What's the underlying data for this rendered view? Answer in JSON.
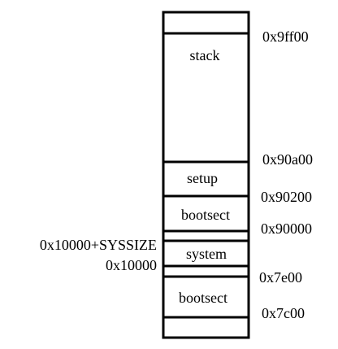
{
  "diagram": {
    "colors": {
      "stroke": "#000000",
      "background": "#ffffff",
      "text": "#000000"
    },
    "segments": [
      {
        "label": ""
      },
      {
        "label": "stack"
      },
      {
        "label": "setup"
      },
      {
        "label": "bootsect"
      },
      {
        "label": ""
      },
      {
        "label": "system"
      },
      {
        "label": ""
      },
      {
        "label": "bootsect"
      },
      {
        "label": ""
      }
    ],
    "addresses": {
      "a_9ff00": "0x9ff00",
      "a_90a00": "0x90a00",
      "a_90200": "0x90200",
      "a_90000": "0x90000",
      "a_7e00": "0x7e00",
      "a_7c00": "0x7c00",
      "a_sys_end": "0x10000+SYSSIZE",
      "a_10000": "0x10000"
    }
  }
}
